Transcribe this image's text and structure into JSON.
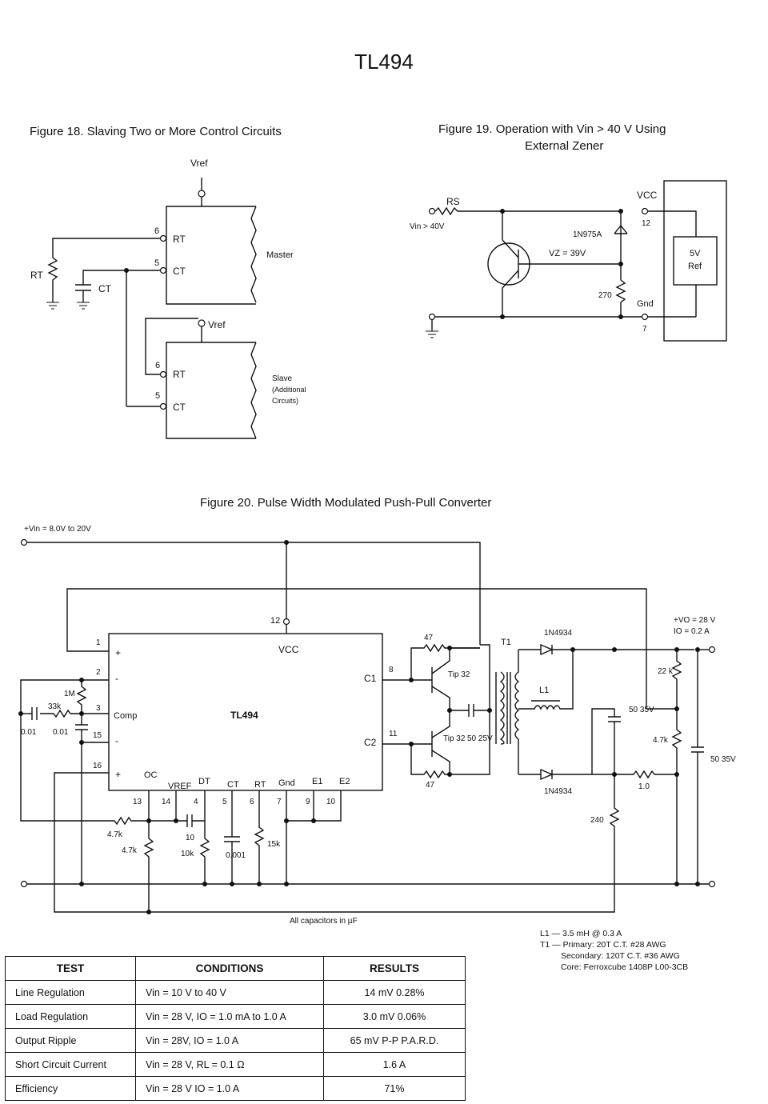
{
  "page_title": "TL494",
  "fig18": {
    "caption": "Figure 18. Slaving Two or More Control Circuits",
    "vref_top": "Vref",
    "vref_slave": "Vref",
    "rt": "RT",
    "ct": "CT",
    "pin6": "6",
    "pin5": "5",
    "master_rt": "RT",
    "master_ct": "CT",
    "slave_rt": "RT",
    "slave_ct": "CT",
    "master": "Master",
    "slave_l1": "Slave",
    "slave_l2": "(Additional",
    "slave_l3": "Circuits)"
  },
  "fig19": {
    "caption_l1": "Figure 19. Operation with Vin > 40 V Using",
    "caption_l2": "External Zener",
    "rs": "RS",
    "vin": "Vin > 40V",
    "zener": "1N975A",
    "vz": "VZ = 39V",
    "r270": "270",
    "vcc": "VCC",
    "pin12": "12",
    "gnd": "Gnd",
    "pin7": "7",
    "ref_l1": "5V",
    "ref_l2": "Ref"
  },
  "fig20": {
    "caption": "Figure 20. Pulse Width Modulated Push-Pull Converter",
    "vin": "+Vin = 8.0V to 20V",
    "pin12": "12",
    "vcc": "VCC",
    "ic": "TL494",
    "pin1": "1",
    "pin2": "2",
    "pin3": "3",
    "pin15": "15",
    "pin16": "16",
    "plus1": "+",
    "minus2": "-",
    "minus15": "-",
    "plus16": "+",
    "comp": "Comp",
    "c1": "C1",
    "c2": "C2",
    "pin8": "8",
    "pin11": "11",
    "bottom_pins": [
      "OC",
      "VREF",
      "DT",
      "CT",
      "RT",
      "Gnd",
      "E1",
      "E2"
    ],
    "bottom_nums": [
      "13",
      "14",
      "4",
      "5",
      "6",
      "7",
      "9",
      "10"
    ],
    "r1m": "1M",
    "r33k": "33k",
    "c001a": "0.01",
    "c001b": "0.01",
    "r47k_a": "4.7k",
    "r47k_b": "4.7k",
    "c10": "10",
    "r10k": "10k",
    "c0001": "0.001",
    "r15k": "15k",
    "r47_top": "47",
    "r47_bot": "47",
    "tip32_top": "Tip 32",
    "tip32_bot": "Tip 32",
    "c50_25": "50 25V",
    "t1": "T1",
    "l1": "L1",
    "d_top": "1N4934",
    "d_bot": "1N4934",
    "c50_35a": "50 35V",
    "r22k": "22 k",
    "r47k_c": "4.7k",
    "r10": "1.0",
    "c50_35b": "50 35V",
    "r240": "240",
    "vo": "+VO = 28 V",
    "io": "IO = 0.2 A",
    "all_caps": "All capacitors in µF",
    "notes": [
      "L1 — 3.5 mH @ 0.3 A",
      "T1 — Primary: 20T C.T. #28 AWG",
      "Secondary: 120T C.T. #36 AWG",
      "Core: Ferroxcube 1408P L00-3CB"
    ]
  },
  "table": {
    "headers": [
      "TEST",
      "CONDITIONS",
      "RESULTS"
    ],
    "rows": [
      [
        "Line Regulation",
        "Vin = 10 V to 40 V",
        "14 mV  0.28%"
      ],
      [
        "Load Regulation",
        "Vin = 28 V, IO = 1.0 mA to 1.0 A",
        "3.0 mV  0.06%"
      ],
      [
        "Output Ripple",
        "Vin = 28V, IO = 1.0 A",
        "65 mV P-P  P.A.R.D."
      ],
      [
        "Short Circuit Current",
        "Vin = 28 V, RL = 0.1 Ω",
        "1.6 A"
      ],
      [
        "Efficiency",
        "Vin = 28 V IO = 1.0 A",
        "71%"
      ]
    ]
  }
}
